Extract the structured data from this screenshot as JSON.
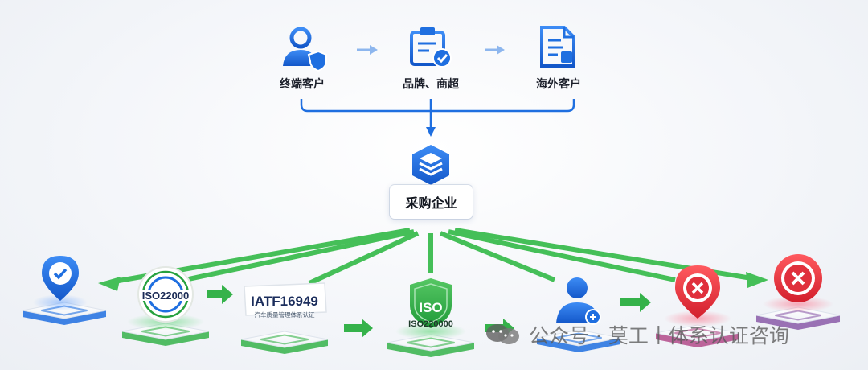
{
  "top_nodes": [
    {
      "label": "终端客户",
      "icon": "user-shield-icon"
    },
    {
      "label": "品牌、商超",
      "icon": "clipboard-check-icon"
    },
    {
      "label": "海外客户",
      "icon": "document-icon"
    }
  ],
  "center_node": {
    "label": "采购企业",
    "icon": "stack-cube-icon"
  },
  "bottom_nodes": [
    {
      "icon": "check-pin-icon"
    },
    {
      "badge_text": "ISO22000",
      "icon": "iso22000-seal-icon"
    },
    {
      "badge_text": "IATF16949",
      "sub_text": "汽车质量管理体系认证",
      "icon": "iatf-badge-icon"
    },
    {
      "badge_text": "ISO",
      "sub_text": "ISO220000",
      "icon": "iso-shield-icon"
    },
    {
      "icon": "user-plus-icon"
    },
    {
      "icon": "x-pin-icon"
    },
    {
      "icon": "x-circle-icon"
    }
  ],
  "watermark": {
    "text": "公众号 · 莫工丨体系认证咨询",
    "icon": "wechat-icon"
  },
  "colors": {
    "blue": "#1f6fe0",
    "green": "#35b24a",
    "red": "#e0303c",
    "arrow_light": "#8db6ee"
  }
}
